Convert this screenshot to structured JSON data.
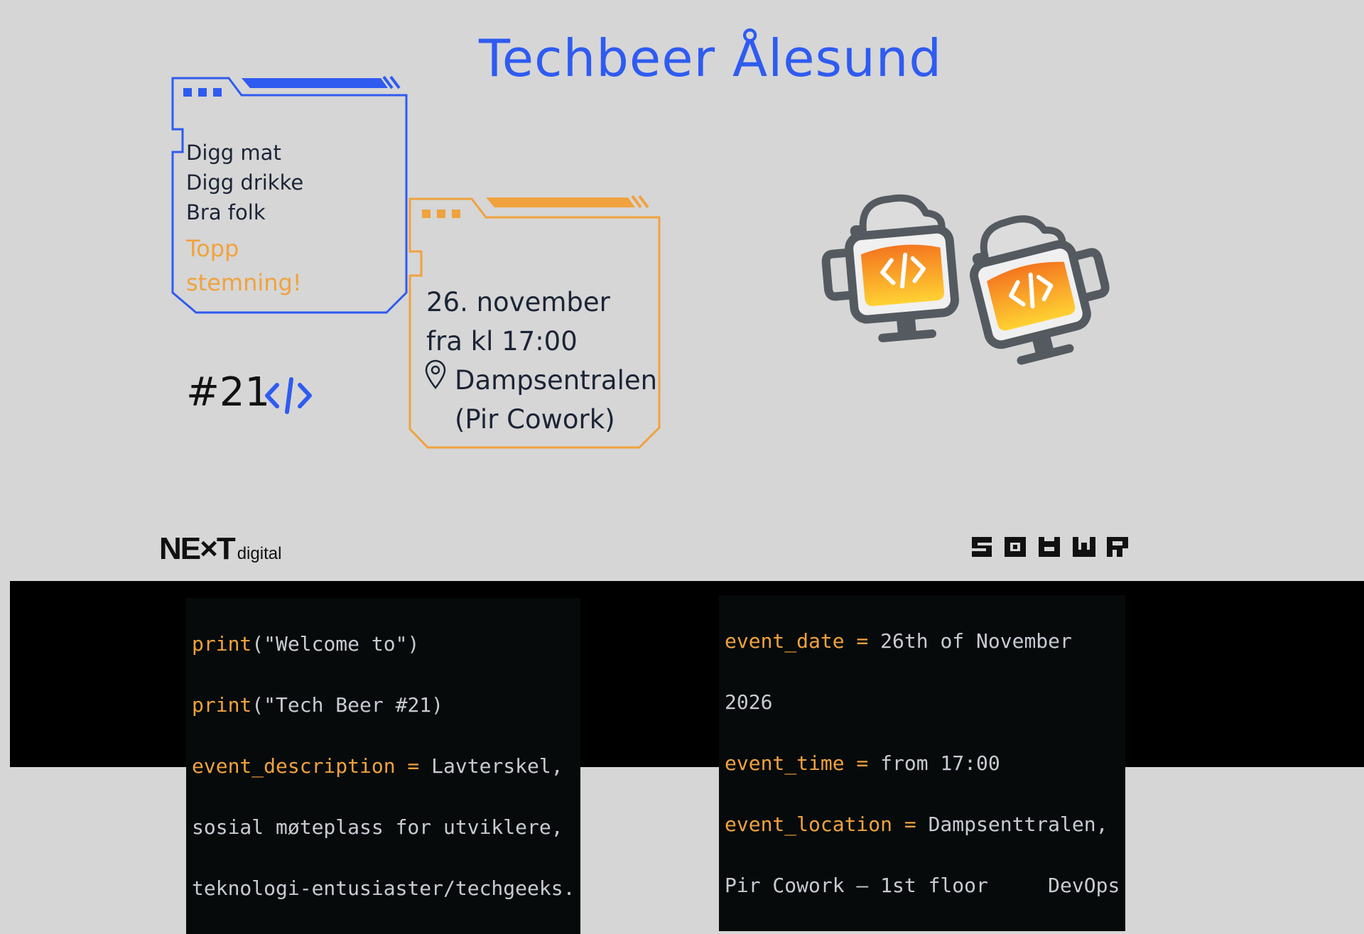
{
  "title": "Techbeer Ålesund",
  "card_blue": {
    "lines": [
      "Digg mat",
      "Digg drikke",
      "Bra folk"
    ],
    "accent": [
      "Topp",
      "stemning!"
    ]
  },
  "card_orange": {
    "date": "26. november",
    "time": "fra kl 17:00",
    "location_line1": "Dampsentralen",
    "location_line2": "(Pir Cowork)"
  },
  "edition_tag": "#21",
  "icons": {
    "code": "code-brackets-icon",
    "pin": "location-pin-icon",
    "beer": "beer-monitor-icon"
  },
  "logos": {
    "next": "NE×T",
    "next_small": "digital",
    "soc": "SOCWR"
  },
  "code_left": {
    "line1_fn": "print",
    "line1_arg": "(\"Welcome to\")",
    "line2_fn": "print",
    "line2_arg": "(\"Tech Beer #21)",
    "desc_key": "event_description =",
    "desc_val1": " Lavterskel,",
    "desc_val2": "sosial møteplass for utviklere,",
    "desc_val3": "teknologi-entusiaster/techgeeks."
  },
  "code_right": {
    "date_key": "event_date =",
    "date_val1": "26th of November",
    "date_val2": "2026",
    "time_key": "event_time =",
    "time_val": "from 17:00",
    "loc_key": "event_location =",
    "loc_val1": "Dampsenttralen,",
    "loc_val2": "Pir Cowork – 1st floor     DevOps"
  },
  "colors": {
    "blue": "#2f5bf0",
    "orange": "#f0a23e",
    "background": "#d6d6d6",
    "terminal": "#000000"
  }
}
